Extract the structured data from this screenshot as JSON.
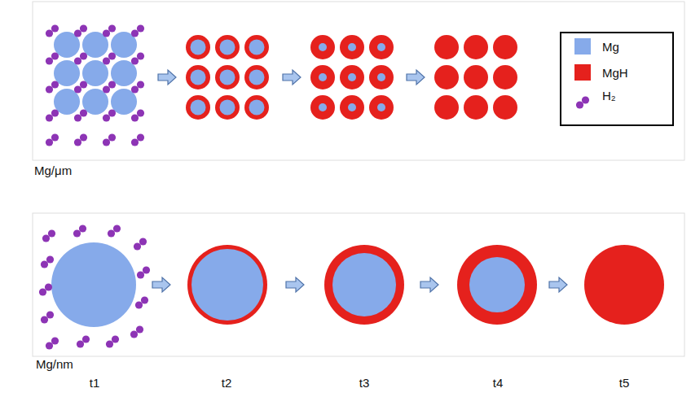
{
  "diagram": {
    "labels": [
      "Mg/μm",
      "Mg/nm",
      "t1",
      "t2",
      "t3",
      "t4",
      "t5"
    ],
    "legend": [
      {
        "text": "Mg",
        "color": "#86aaea"
      },
      {
        "text": "MgH",
        "color": "#e5211d"
      },
      {
        "text": "H₂"
      }
    ]
  }
}
